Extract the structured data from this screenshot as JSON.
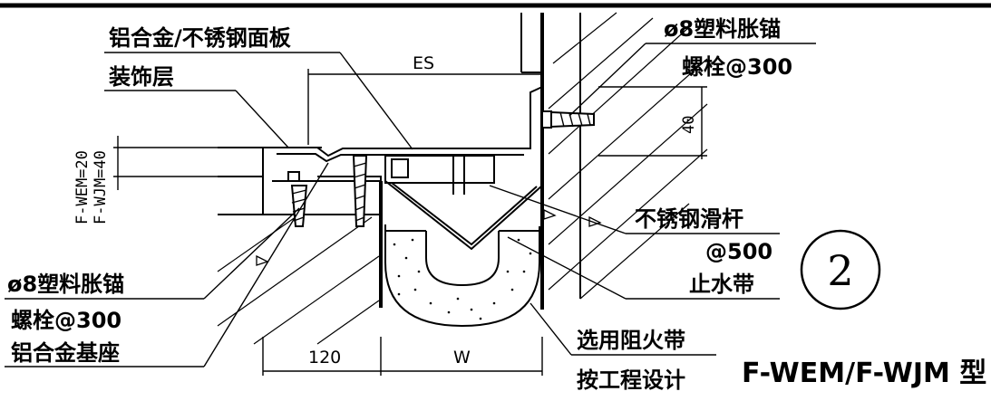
{
  "labels": {
    "panel": "铝合金/不锈钢面板",
    "decor_layer": "装饰层",
    "anchor_top_line1": "ø8塑料胀锚",
    "anchor_top_line2": "螺栓@300",
    "anchor_left_line1": "ø8塑料胀锚",
    "anchor_left_line2": "螺栓@300",
    "base": "铝合金基座",
    "slide_rod": "不锈钢滑杆",
    "slide_spacing": "@500",
    "waterstop": "止水带",
    "fire_belt_line1": "选用阻火带",
    "fire_belt_line2": "按工程设计",
    "model_title": "F-WEM/F-WJM 型",
    "detail_number": "2"
  },
  "dimensions": {
    "es": "ES",
    "height_40": "40",
    "fwem": "F-WEM=20",
    "fwjm": "F-WJM=40",
    "width_120": "120",
    "width_w": "W"
  }
}
